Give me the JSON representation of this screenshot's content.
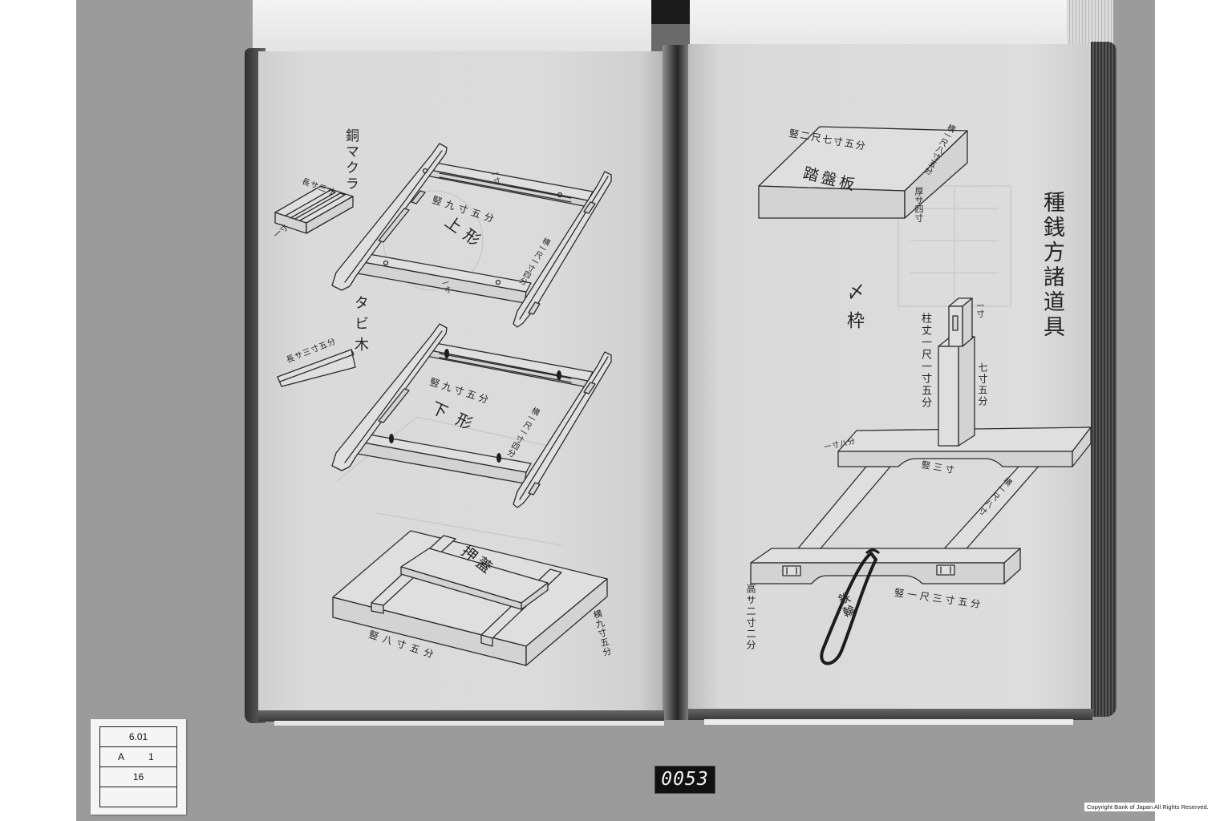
{
  "left_page": {
    "dou_makura": {
      "name": "銅マクラ",
      "length": "長サ三寸",
      "height": "一寸"
    },
    "tabigi": {
      "name": "タビ木",
      "length": "長サ三寸五分"
    },
    "uwagata": {
      "name": "上形",
      "height": "竪九寸五分",
      "width": "横一尺一寸四分",
      "bar_top": "一寸",
      "bar_bottom": "一寸"
    },
    "shitagata": {
      "name": "下形",
      "height": "竪九寸五分",
      "width": "横一尺一寸四分"
    },
    "oshibuta": {
      "name": "押蓋",
      "height": "竪八寸五分",
      "width": "横九寸五分"
    }
  },
  "right_page": {
    "title": "種銭方諸道具",
    "fumiban_ita": {
      "name": "踏盤板",
      "height": "竪二尺七寸五分",
      "width": "横一尺八寸五分",
      "thickness": "厚サ四寸"
    },
    "shime_waku": {
      "name": "〆枠",
      "tenon": "一寸",
      "post_height": "柱丈一尺一寸五分",
      "post_width": "七寸五分",
      "beam_end": "一寸八分",
      "inner": "竪三寸",
      "width": "横一尺八寸",
      "beam_height": "高サ二寸二分",
      "length": "竪一尺三寸五分",
      "ring": "鉄輪"
    }
  },
  "catalog_card": {
    "row1": "6.01",
    "row2_a": "A",
    "row2_b": "1",
    "row3": "16"
  },
  "frame_number": "0053",
  "copyright": "Copyright Bank of Japan All Rights Reserved."
}
